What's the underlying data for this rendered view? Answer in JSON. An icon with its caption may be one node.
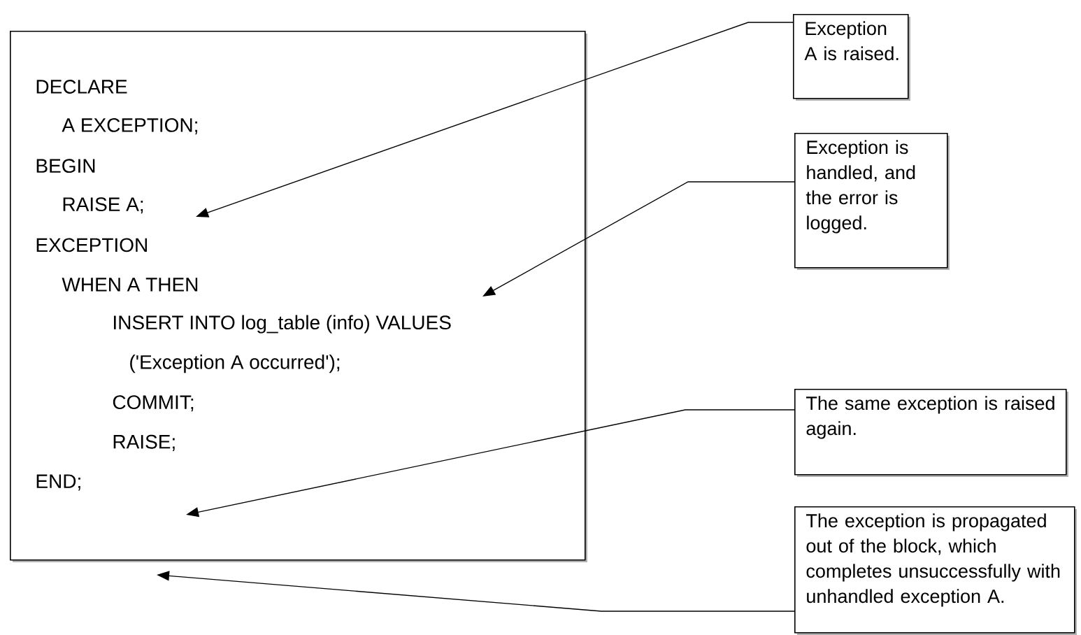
{
  "diagram": {
    "nodes": [
      {
        "text": [
          "DECLARE",
          "A EXCEPTION;",
          "BEGIN",
          "RAISE A;",
          "EXCEPTION",
          "WHEN A THEN",
          "INSERT INTO log_table (info) VALUES",
          "('Exception A occurred');",
          "COMMIT;",
          "RAISE;",
          "END;"
        ]
      },
      {
        "text": [
          "Exception A is raised."
        ]
      },
      {
        "text": [
          "Exception is handled, and the error is logged."
        ]
      },
      {
        "text": [
          "The same exception is raised again."
        ]
      },
      {
        "text": [
          "The exception is propagated out of the block, which completes unsuccessfully with unhandled exception A."
        ]
      }
    ],
    "edges": [
      {
        "from": 1,
        "to": 0,
        "arrow": "to"
      },
      {
        "from": 2,
        "to": 0,
        "arrow": "to"
      },
      {
        "from": 3,
        "to": 0,
        "arrow": "to"
      },
      {
        "from": 4,
        "to": 0,
        "arrow": "to"
      }
    ]
  }
}
